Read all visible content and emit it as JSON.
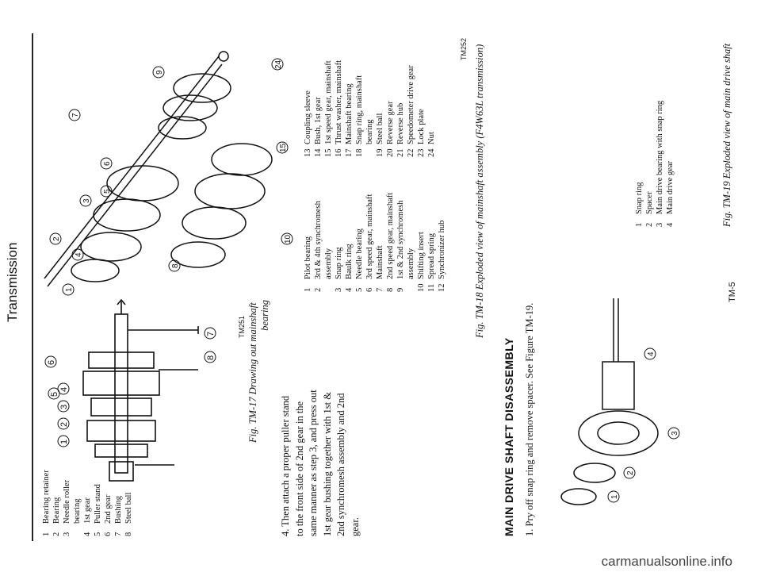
{
  "header": {
    "title": "Transmission"
  },
  "page_footer": "TM-5",
  "figures": {
    "tm17": {
      "legend": [
        {
          "n": "1",
          "t": "Bearing retainer"
        },
        {
          "n": "2",
          "t": "Bearing"
        },
        {
          "n": "3",
          "t": "Needle roller"
        },
        {
          "n": "",
          "t": "bearing"
        },
        {
          "n": "4",
          "t": "1st gear"
        },
        {
          "n": "5",
          "t": "Puller stand"
        },
        {
          "n": "6",
          "t": "2nd gear"
        },
        {
          "n": "7",
          "t": "Bushing"
        },
        {
          "n": "8",
          "t": "Steel ball"
        }
      ],
      "code": "TM251",
      "caption_line1": "Fig. TM-17 Drawing out mainshaft",
      "caption_line2": "bearing",
      "callouts": [
        "1",
        "2",
        "3",
        "4",
        "5",
        "6",
        "7",
        "8"
      ]
    },
    "tm18": {
      "legend_col1": [
        {
          "n": "1",
          "t": "Pilot bearing"
        },
        {
          "n": "2",
          "t": "3rd & 4th synchromesh"
        },
        {
          "n": "",
          "t": "assembly"
        },
        {
          "n": "3",
          "t": "Snap ring"
        },
        {
          "n": "4",
          "t": "Baulk ring"
        },
        {
          "n": "5",
          "t": "Needle bearing"
        },
        {
          "n": "6",
          "t": "3rd speed gear, mainshaft"
        },
        {
          "n": "7",
          "t": "Mainshaft"
        },
        {
          "n": "8",
          "t": "2nd speed gear, mainshaft"
        },
        {
          "n": "9",
          "t": "1st & 2nd synchromesh"
        },
        {
          "n": "",
          "t": "assembly"
        },
        {
          "n": "10",
          "t": "Shifting insert"
        },
        {
          "n": "11",
          "t": "Spread spring"
        },
        {
          "n": "12",
          "t": "Synchronizer hub"
        }
      ],
      "legend_col2": [
        {
          "n": "13",
          "t": "Coupling sleeve"
        },
        {
          "n": "14",
          "t": "Bush, 1st gear"
        },
        {
          "n": "15",
          "t": "1st speed gear, mainshaft"
        },
        {
          "n": "16",
          "t": "Thrust washer, mainshaft"
        },
        {
          "n": "17",
          "t": "Mainshaft bearing"
        },
        {
          "n": "18",
          "t": "Snap ring, mainshaft"
        },
        {
          "n": "",
          "t": "bearing"
        },
        {
          "n": "19",
          "t": "Steel ball"
        },
        {
          "n": "20",
          "t": "Reverse gear"
        },
        {
          "n": "21",
          "t": "Reverse hub"
        },
        {
          "n": "22",
          "t": "Speedometer drive gear"
        },
        {
          "n": "23",
          "t": "Lock plate"
        },
        {
          "n": "24",
          "t": "Nut"
        }
      ],
      "code": "TM252",
      "caption": "Fig. TM-18 Exploded view of mainshaft assembly (F4W63L transmission)"
    },
    "tm19": {
      "legend": [
        {
          "n": "1",
          "t": "Snap ring"
        },
        {
          "n": "2",
          "t": "Spacer"
        },
        {
          "n": "3",
          "t": "Main drive bearing with snap ring"
        },
        {
          "n": "4",
          "t": "Main drive gear"
        }
      ],
      "caption": "Fig. TM-19 Exploded view of main drive shaft"
    }
  },
  "step4": {
    "lines": [
      "4.  Then attach a proper puller stand",
      "to the front side of 2nd gear in the",
      "same manner as step 3, and press out",
      "1st gear bushing together with 1st &",
      "2nd synchromesh assembly and 2nd",
      "gear."
    ]
  },
  "section": {
    "heading": "MAIN DRIVE SHAFT DISASSEMBLY",
    "step1": "1.  Pry off snap ring and remove spacer. See Figure TM-19."
  },
  "watermark": "carmanualsonline.info"
}
